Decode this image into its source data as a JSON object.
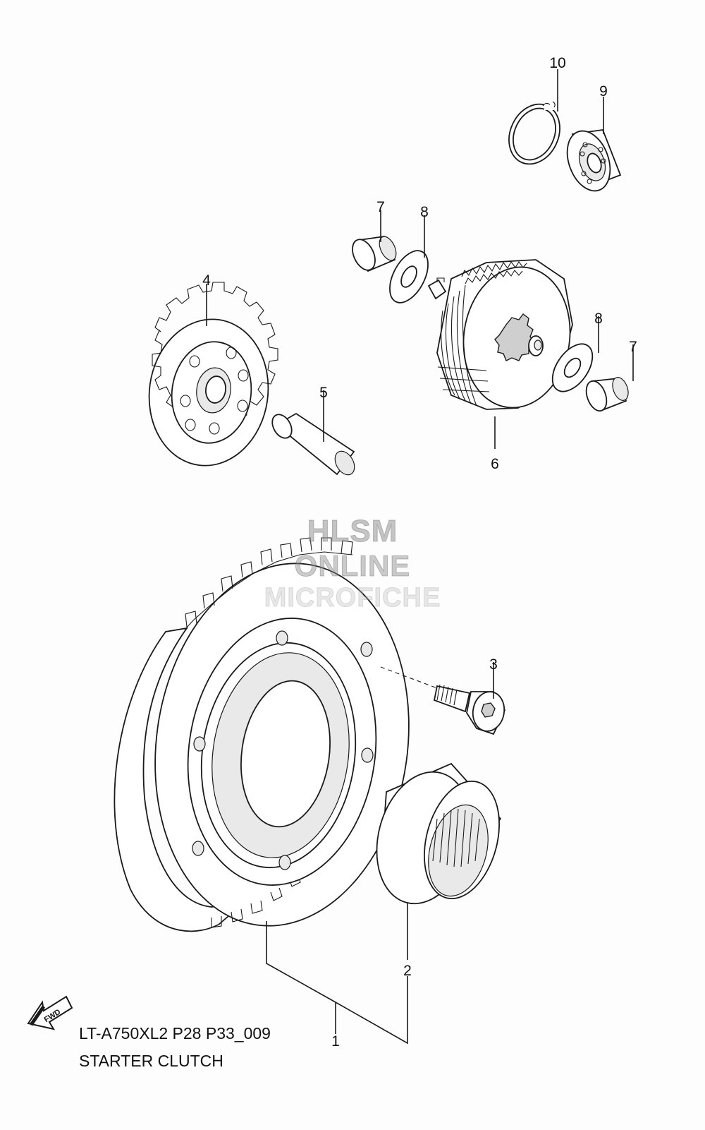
{
  "diagram": {
    "code": "LT-A750XL2 P28 P33_009",
    "title": "STARTER CLUTCH",
    "fwd_label": "FWD",
    "callouts": [
      "1",
      "2",
      "3",
      "4",
      "5",
      "6",
      "7",
      "8",
      "7",
      "8",
      "9",
      "10"
    ],
    "parts": [
      "starter-clutch-gear",
      "one-way-clutch-bearing",
      "bolt",
      "idler-gear",
      "shaft",
      "starter-clutch-assembly",
      "bushing",
      "washer",
      "bearing",
      "circlip"
    ]
  },
  "watermark": {
    "line1": "HLSM",
    "line2": "ONLINE",
    "line3": "MICROFICHE"
  }
}
